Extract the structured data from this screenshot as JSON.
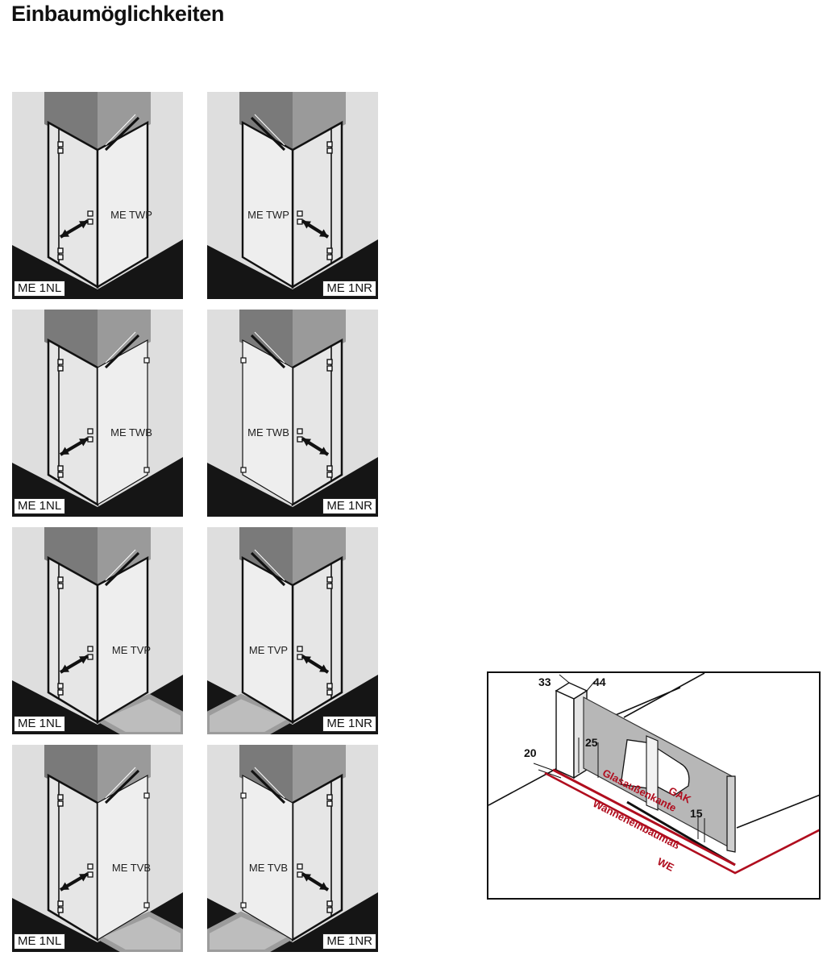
{
  "page": {
    "title": "Einbaumöglichkeiten"
  },
  "grid": [
    [
      {
        "variant": "ME 1NL",
        "side": "ME TWP",
        "door": "left",
        "side_type": "panel",
        "tray": false
      },
      {
        "variant": "ME 1NR",
        "side": "ME TWP",
        "door": "right",
        "side_type": "panel",
        "tray": false
      }
    ],
    [
      {
        "variant": "ME 1NL",
        "side": "ME TWB",
        "door": "left",
        "side_type": "bracket",
        "tray": false
      },
      {
        "variant": "ME 1NR",
        "side": "ME TWB",
        "door": "right",
        "side_type": "bracket",
        "tray": false
      }
    ],
    [
      {
        "variant": "ME 1NL",
        "side": "ME TVP",
        "door": "left",
        "side_type": "panel",
        "tray": true
      },
      {
        "variant": "ME 1NR",
        "side": "ME TVP",
        "door": "right",
        "side_type": "panel",
        "tray": true
      }
    ],
    [
      {
        "variant": "ME 1NL",
        "side": "ME TVB",
        "door": "left",
        "side_type": "bracket",
        "tray": true
      },
      {
        "variant": "ME 1NR",
        "side": "ME TVB",
        "door": "right",
        "side_type": "bracket",
        "tray": true
      }
    ]
  ],
  "detail": {
    "dims": {
      "d33": "33",
      "d44": "44",
      "d20": "20",
      "d25": "25",
      "d15": "15"
    },
    "labels": {
      "glass_edge": "Glasaußenkante",
      "gak": "GAK",
      "tray_dim": "Wanneneinbaumaß",
      "we": "WE"
    },
    "accent_color": "#b00d1e"
  }
}
